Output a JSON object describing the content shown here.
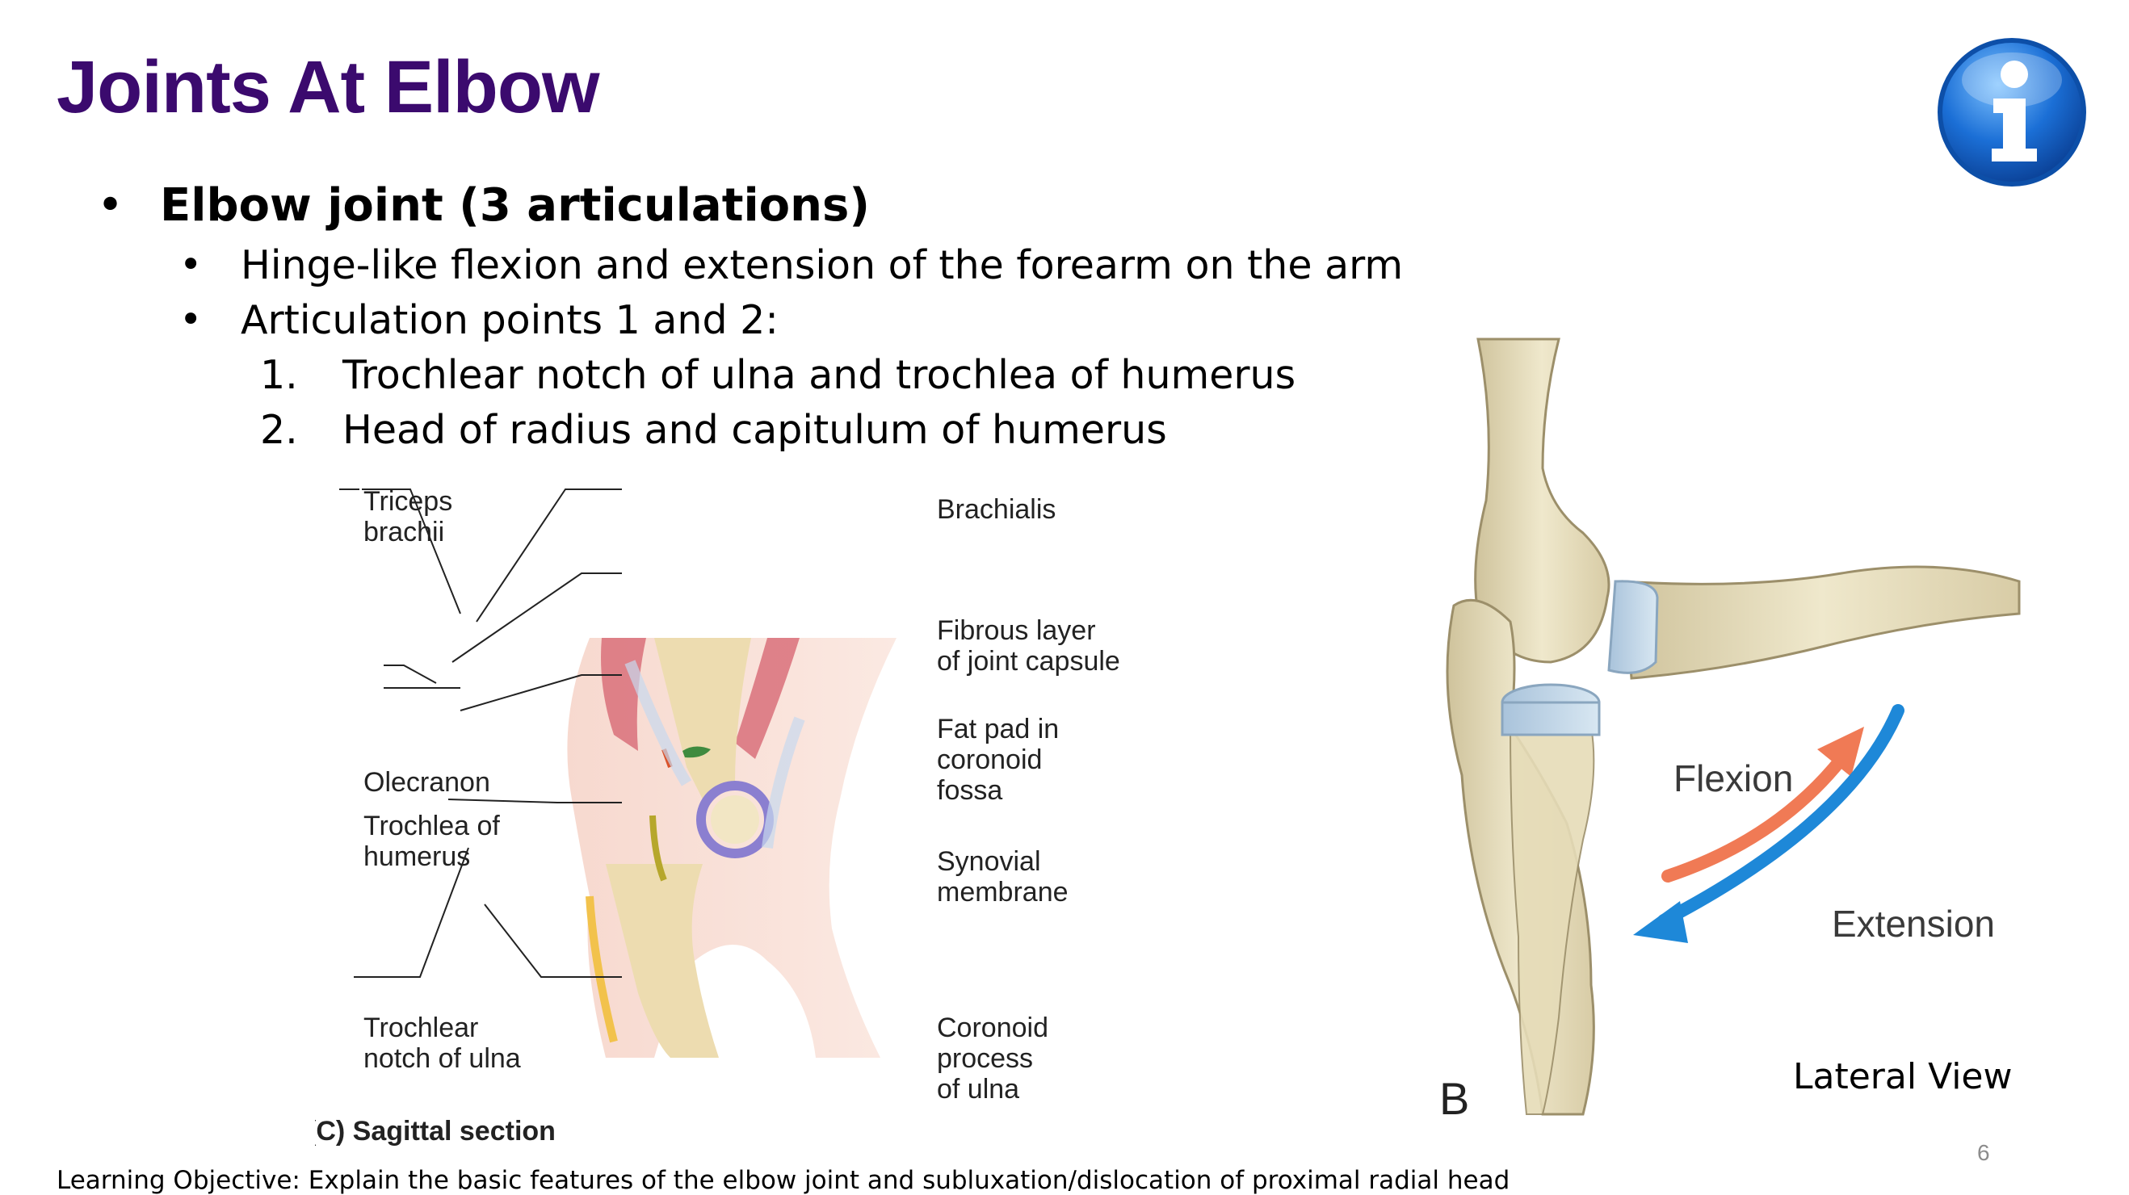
{
  "slide": {
    "title": "Joints At Elbow",
    "slide_number": "6",
    "learning_objective": "Learning Objective: Explain the basic features of the elbow joint and subluxation/dislocation of proximal radial head"
  },
  "content": {
    "bullet_main": "Elbow joint (3 articulations)",
    "sub_bullets": [
      "Hinge-like flexion and extension of the forearm on the arm",
      "Articulation points 1 and 2:"
    ],
    "numbered": [
      {
        "num": "1.",
        "text": "Trochlear notch of ulna and trochlea of humerus"
      },
      {
        "num": "2.",
        "text": "Head of radius and capitulum of humerus"
      }
    ]
  },
  "figure_left": {
    "labels_left": {
      "triceps_1": "Triceps",
      "triceps_2": "brachii",
      "olecranon": "Olecranon",
      "trochlea_1": "Trochlea of",
      "trochlea_2": "humerus",
      "notch_1": "Trochlear",
      "notch_2": "notch of ulna"
    },
    "labels_right": {
      "brachialis": "Brachialis",
      "fibrous_1": "Fibrous layer",
      "fibrous_2": "of joint capsule",
      "fat_1": "Fat pad in",
      "fat_2": "coronoid",
      "fat_3": "fossa",
      "synovial_1": "Synovial",
      "synovial_2": "membrane",
      "coronoid_1": "Coronoid",
      "coronoid_2": "process",
      "coronoid_3": "of ulna"
    },
    "caption": "(C) Sagittal section"
  },
  "figure_right": {
    "flexion": "Flexion",
    "extension": "Extension",
    "panel_letter": "B",
    "view_label": "Lateral View"
  },
  "colors": {
    "title": "#3b0a6e",
    "flexion_arrow": "#f07a55",
    "extension_arrow": "#1e88d8",
    "bone": "#e9e1c2",
    "cartilage": "#c3d8e8",
    "info_icon": "#1b6fd6"
  },
  "icons": [
    "info-icon"
  ]
}
